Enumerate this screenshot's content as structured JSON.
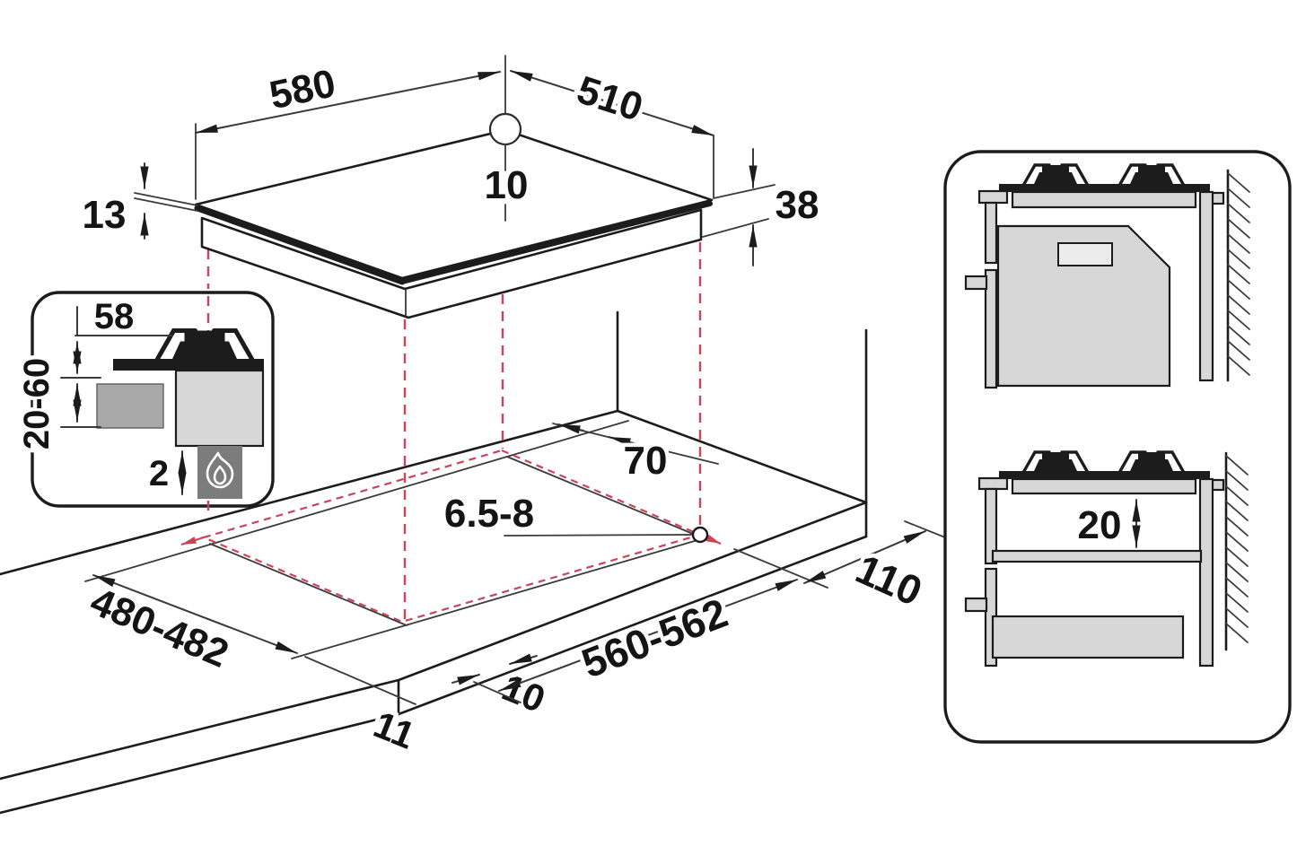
{
  "colors": {
    "line_dark": "#1c1c1c",
    "line_mid": "#3a3a3a",
    "dashed_red": "#cd4357",
    "fill_light": "#d7d7d7",
    "fill_mid": "#a9a9a9",
    "fill_dark": "#7c7c7c",
    "ink": "#141414",
    "bg": "#ffffff"
  },
  "hob": {
    "width": "580",
    "depth": "510",
    "hole_offset": "10",
    "glass_thickness": "13",
    "body_height": "38"
  },
  "inset": {
    "burner_height": "58",
    "under_clearance": "20-60",
    "bottom_gap": "2"
  },
  "cutout": {
    "rear_clearance": "70",
    "gas_hole": "6.5-8",
    "depth": "480-482",
    "width": "560-562",
    "front_overhang": "10",
    "side_overhang": "11",
    "side_clearance": "110"
  },
  "panel": {
    "shelf_clearance": "20"
  }
}
